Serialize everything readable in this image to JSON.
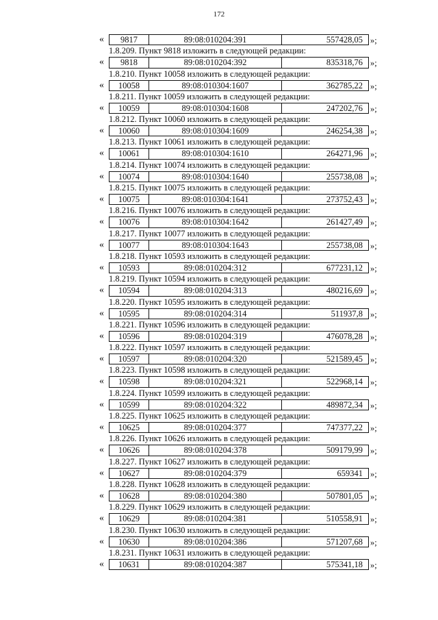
{
  "page_number": "172",
  "rows": [
    {
      "paragraph": "",
      "number": "9817",
      "cadastral": "89:08:010204:391",
      "value": "557428,05"
    },
    {
      "paragraph": "1.8.209. Пункт 9818 изложить в следующей редакции:",
      "number": "9818",
      "cadastral": "89:08:010204:392",
      "value": "835318,76"
    },
    {
      "paragraph": "1.8.210. Пункт 10058 изложить в следующей редакции:",
      "number": "10058",
      "cadastral": "89:08:010304:1607",
      "value": "362785,22"
    },
    {
      "paragraph": "1.8.211. Пункт 10059 изложить в следующей редакции:",
      "number": "10059",
      "cadastral": "89:08:010304:1608",
      "value": "247202,76"
    },
    {
      "paragraph": "1.8.212. Пункт 10060 изложить в следующей редакции:",
      "number": "10060",
      "cadastral": "89:08:010304:1609",
      "value": "246254,38"
    },
    {
      "paragraph": "1.8.213. Пункт 10061 изложить в следующей редакции:",
      "number": "10061",
      "cadastral": "89:08:010304:1610",
      "value": "264271,96"
    },
    {
      "paragraph": "1.8.214. Пункт 10074 изложить в следующей редакции:",
      "number": "10074",
      "cadastral": "89:08:010304:1640",
      "value": "255738,08"
    },
    {
      "paragraph": "1.8.215. Пункт 10075 изложить в следующей редакции:",
      "number": "10075",
      "cadastral": "89:08:010304:1641",
      "value": "273752,43"
    },
    {
      "paragraph": "1.8.216. Пункт 10076 изложить в следующей редакции:",
      "number": "10076",
      "cadastral": "89:08:010304:1642",
      "value": "261427,49"
    },
    {
      "paragraph": "1.8.217. Пункт 10077 изложить в следующей редакции:",
      "number": "10077",
      "cadastral": "89:08:010304:1643",
      "value": "255738,08"
    },
    {
      "paragraph": "1.8.218. Пункт 10593 изложить в следующей редакции:",
      "number": "10593",
      "cadastral": "89:08:010204:312",
      "value": "677231,12"
    },
    {
      "paragraph": "1.8.219. Пункт 10594 изложить в следующей редакции:",
      "number": "10594",
      "cadastral": "89:08:010204:313",
      "value": "480216,69"
    },
    {
      "paragraph": "1.8.220. Пункт 10595 изложить в следующей редакции:",
      "number": "10595",
      "cadastral": "89:08:010204:314",
      "value": "511937,8"
    },
    {
      "paragraph": "1.8.221. Пункт 10596 изложить в следующей редакции:",
      "number": "10596",
      "cadastral": "89:08:010204:319",
      "value": "476078,28"
    },
    {
      "paragraph": "1.8.222. Пункт 10597 изложить в следующей редакции:",
      "number": "10597",
      "cadastral": "89:08:010204:320",
      "value": "521589,45"
    },
    {
      "paragraph": "1.8.223. Пункт 10598 изложить в следующей редакции:",
      "number": "10598",
      "cadastral": "89:08:010204:321",
      "value": "522968,14"
    },
    {
      "paragraph": "1.8.224. Пункт 10599 изложить в следующей редакции:",
      "number": "10599",
      "cadastral": "89:08:010204:322",
      "value": "489872,34"
    },
    {
      "paragraph": "1.8.225. Пункт 10625 изложить в следующей редакции:",
      "number": "10625",
      "cadastral": "89:08:010204:377",
      "value": "747377,22"
    },
    {
      "paragraph": "1.8.226. Пункт 10626 изложить в следующей редакции:",
      "number": "10626",
      "cadastral": "89:08:010204:378",
      "value": "509179,99"
    },
    {
      "paragraph": "1.8.227. Пункт 10627 изложить в следующей редакции:",
      "number": "10627",
      "cadastral": "89:08:010204:379",
      "value": "659341"
    },
    {
      "paragraph": "1.8.228. Пункт 10628 изложить в следующей редакции:",
      "number": "10628",
      "cadastral": "89:08:010204:380",
      "value": "507801,05"
    },
    {
      "paragraph": "1.8.229. Пункт 10629 изложить в следующей редакции:",
      "number": "10629",
      "cadastral": "89:08:010204:381",
      "value": "510558,91"
    },
    {
      "paragraph": "1.8.230. Пункт 10630 изложить в следующей редакции:",
      "number": "10630",
      "cadastral": "89:08:010204:386",
      "value": "571207,68"
    },
    {
      "paragraph": "1.8.231. Пункт 10631 изложить в следующей редакции:",
      "number": "10631",
      "cadastral": "89:08:010204:387",
      "value": "575341,18"
    }
  ],
  "quote_open": "«",
  "quote_close": "»;"
}
